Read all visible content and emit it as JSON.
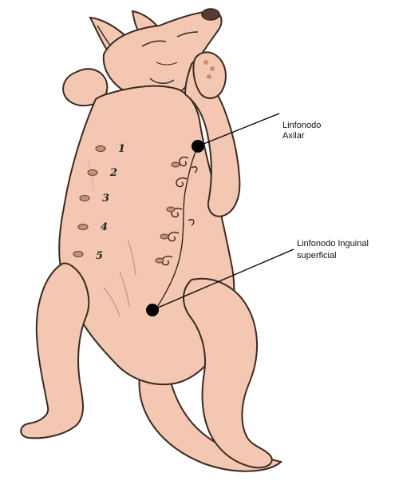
{
  "colors": {
    "skin": "#f3c7b1",
    "outline": "#3a2a22",
    "node": "#000000"
  },
  "labels": {
    "axilar": [
      "Linfonodo",
      "Axilar"
    ],
    "inguinal": [
      "Linfonodo Inguinal",
      "superficial"
    ]
  },
  "mammae": [
    "1",
    "2",
    "3",
    "4",
    "5"
  ]
}
